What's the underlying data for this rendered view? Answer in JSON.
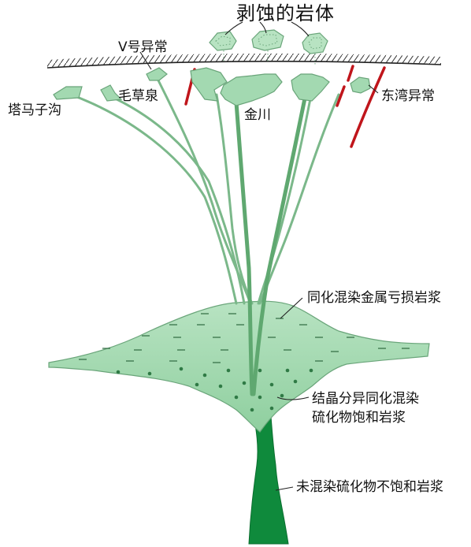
{
  "colors": {
    "body_fill": "#a3d9b1",
    "body_stroke": "#6aa57a",
    "root_fill": "#0f8a3c",
    "fault_red": "#c0151b",
    "dot": "#2f7a45",
    "line": "#222222"
  },
  "labels": {
    "eroded_bodies": "剥蚀的岩体",
    "v_anomaly": "V号异常",
    "maocaoquan": "毛草泉",
    "tamazigou": "塔马子沟",
    "jinchuan": "金川",
    "dongwan": "东湾异常",
    "magma_upper": "同化混染金属亏损岩浆",
    "magma_mid_1": "结晶分异同化混染",
    "magma_mid_2": "硫化物饱和岩浆",
    "magma_root": "未混染硫化物不饱和岩浆"
  }
}
